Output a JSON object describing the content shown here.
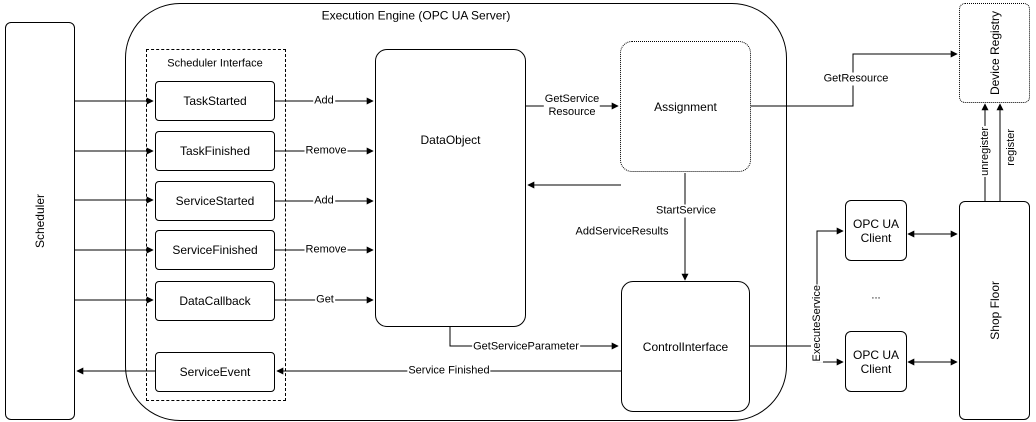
{
  "engine": {
    "title": "Execution Engine (OPC UA Server)"
  },
  "scheduler": {
    "label": "Scheduler"
  },
  "scheduler_interface": {
    "title": "Scheduler Interface",
    "items": [
      {
        "label": "TaskStarted",
        "edge": "Add"
      },
      {
        "label": "TaskFinished",
        "edge": "Remove"
      },
      {
        "label": "ServiceStarted",
        "edge": "Add"
      },
      {
        "label": "ServiceFinished",
        "edge": "Remove"
      },
      {
        "label": "DataCallback",
        "edge": "Get"
      },
      {
        "label": "ServiceEvent",
        "edge": "Service Finished"
      }
    ]
  },
  "nodes": {
    "data_object": "DataObject",
    "assignment": "Assignment",
    "control_interface": "ControlInterface",
    "device_registry": "Device Registry",
    "shop_floor": "Shop Floor",
    "opc_client_1": "OPC UA\nClient",
    "opc_client_2": "OPC UA\nClient",
    "ellipsis": "..."
  },
  "edges": {
    "get_service_resource": "GetService\nResource",
    "get_resource": "GetResource",
    "start_service": "StartService",
    "add_service_results": "AddServiceResults",
    "get_service_parameter": "GetServiceParameter",
    "execute_service": "ExecuteService",
    "unregister": "unregister",
    "register": "register"
  }
}
